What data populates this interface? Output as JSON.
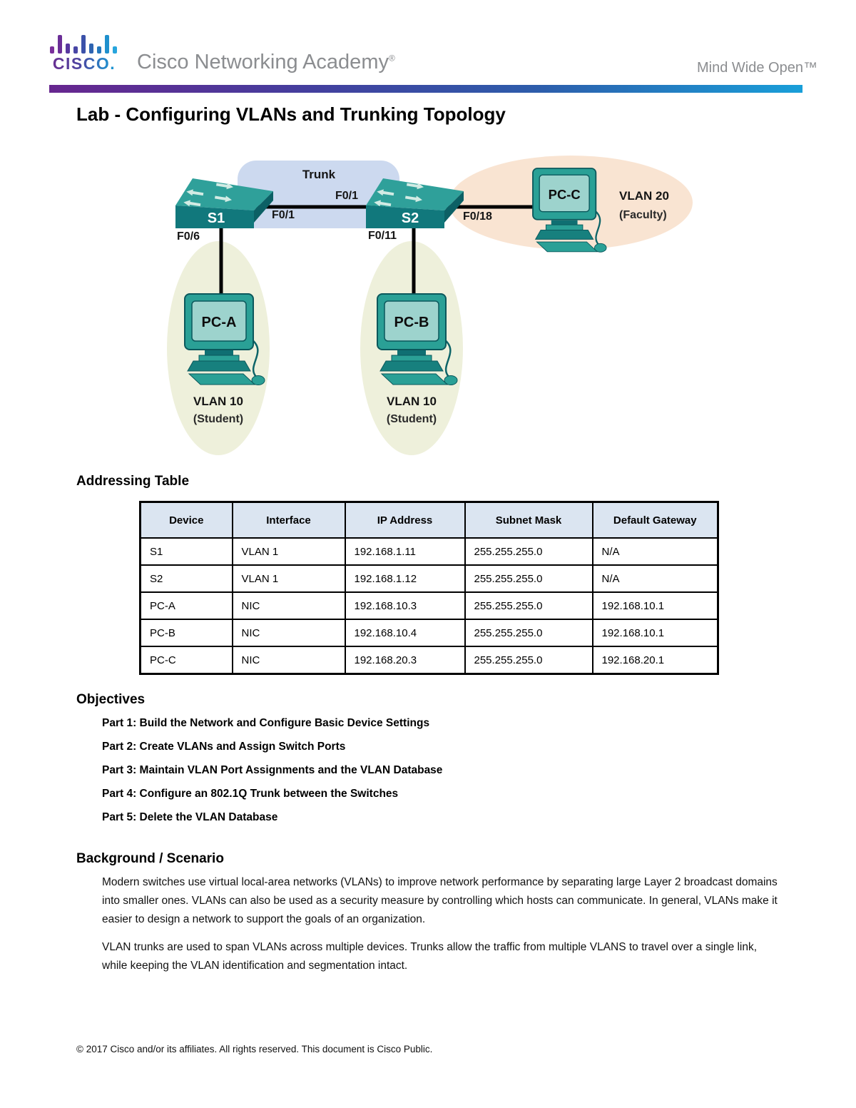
{
  "header": {
    "logo_text": "CISCO.",
    "brand": "Cisco Networking Academy",
    "brand_registered": "®",
    "tagline": "Mind Wide Open™"
  },
  "title": "Lab - Configuring VLANs and Trunking Topology",
  "topology": {
    "trunk_label": "Trunk",
    "ports": {
      "s2_trunk": "F0/1",
      "s1_trunk": "F0/1",
      "s1_pca": "F0/6",
      "s2_pcb": "F0/11",
      "s2_pcc": "F0/18"
    },
    "devices": {
      "s1": "S1",
      "s2": "S2",
      "pca": "PC-A",
      "pcb": "PC-B",
      "pcc": "PC-C"
    },
    "vlan_a": {
      "line1": "VLAN 10",
      "line2": "(Student)"
    },
    "vlan_b": {
      "line1": "VLAN 10",
      "line2": "(Student)"
    },
    "vlan_c": {
      "line1": "VLAN 20",
      "line2": "(Faculty)"
    }
  },
  "addressing_table": {
    "heading": "Addressing Table",
    "columns": [
      "Device",
      "Interface",
      "IP Address",
      "Subnet Mask",
      "Default Gateway"
    ],
    "rows": [
      [
        "S1",
        "VLAN 1",
        "192.168.1.11",
        "255.255.255.0",
        "N/A"
      ],
      [
        "S2",
        "VLAN 1",
        "192.168.1.12",
        "255.255.255.0",
        "N/A"
      ],
      [
        "PC-A",
        "NIC",
        "192.168.10.3",
        "255.255.255.0",
        "192.168.10.1"
      ],
      [
        "PC-B",
        "NIC",
        "192.168.10.4",
        "255.255.255.0",
        "192.168.10.1"
      ],
      [
        "PC-C",
        "NIC",
        "192.168.20.3",
        "255.255.255.0",
        "192.168.20.1"
      ]
    ]
  },
  "objectives": {
    "heading": "Objectives",
    "items": [
      "Part 1: Build the Network and Configure Basic Device Settings",
      "Part 2: Create VLANs and Assign Switch Ports",
      "Part 3: Maintain VLAN Port Assignments and the VLAN Database",
      "Part 4: Configure an 802.1Q Trunk between the Switches",
      "Part 5: Delete the VLAN Database"
    ]
  },
  "background": {
    "heading": "Background / Scenario",
    "paragraphs": [
      "Modern switches use virtual local-area networks (VLANs) to improve network performance by separating large Layer 2 broadcast domains into smaller ones. VLANs can also be used as a security measure by controlling which hosts can communicate. In general, VLANs make it easier to design a network to support the goals of an organization.",
      "VLAN trunks are used to span VLANs across multiple devices. Trunks allow the traffic from multiple VLANS to travel over a single link, while keeping the VLAN identification and segmentation intact."
    ]
  },
  "footer": "© 2017 Cisco and/or its affiliates. All rights reserved. This document is Cisco Public.",
  "colors": {
    "accent_bar_left": "#67268f",
    "accent_bar_right": "#199fd9",
    "switch_teal": "#2aa096",
    "switch_dark": "#11787c",
    "trunk_box": "#ccd9ef",
    "vlan10_zone": "#eef0db",
    "vlan20_zone": "#f9e4d2",
    "table_header_bg": "#dbe5f1"
  }
}
